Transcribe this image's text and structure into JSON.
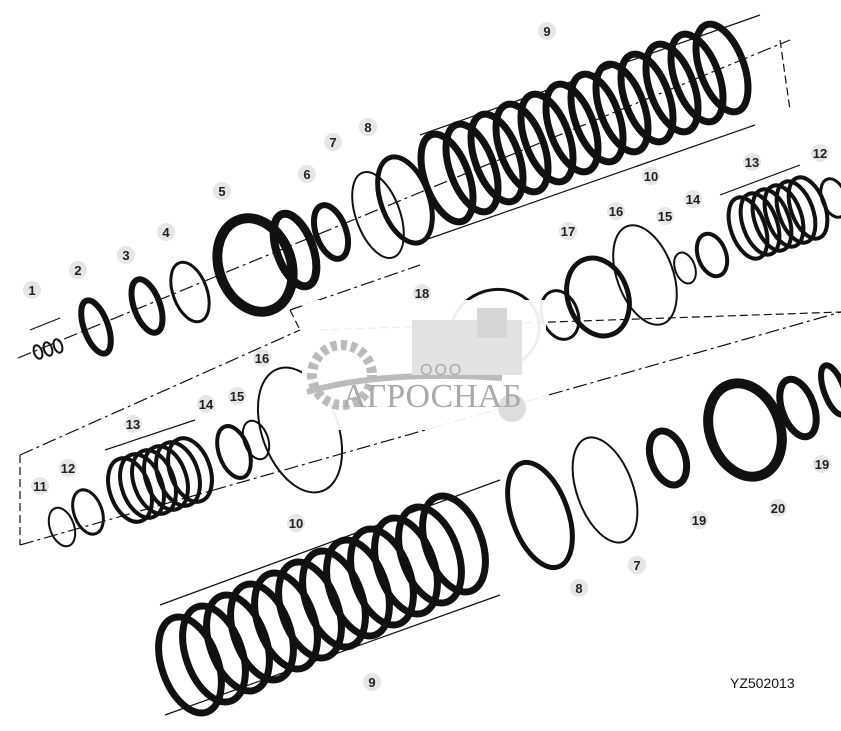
{
  "diagram": {
    "type": "exploded parts diagram",
    "callouts": [
      "1",
      "2",
      "3",
      "4",
      "5",
      "6",
      "7",
      "8",
      "9",
      "10",
      "17",
      "16",
      "15",
      "14",
      "13",
      "12",
      "18",
      "16",
      "15",
      "14",
      "13",
      "12",
      "11",
      "10",
      "8",
      "7",
      "19",
      "20",
      "19",
      "9"
    ],
    "drawing_code": "YZ502013",
    "colors": {
      "line": "#111111",
      "callout_bg": "#e6e6e6",
      "watermark": "#aaaaaa"
    }
  },
  "watermark": {
    "prefix": "ООО",
    "name": "АГРОСНАБ"
  }
}
